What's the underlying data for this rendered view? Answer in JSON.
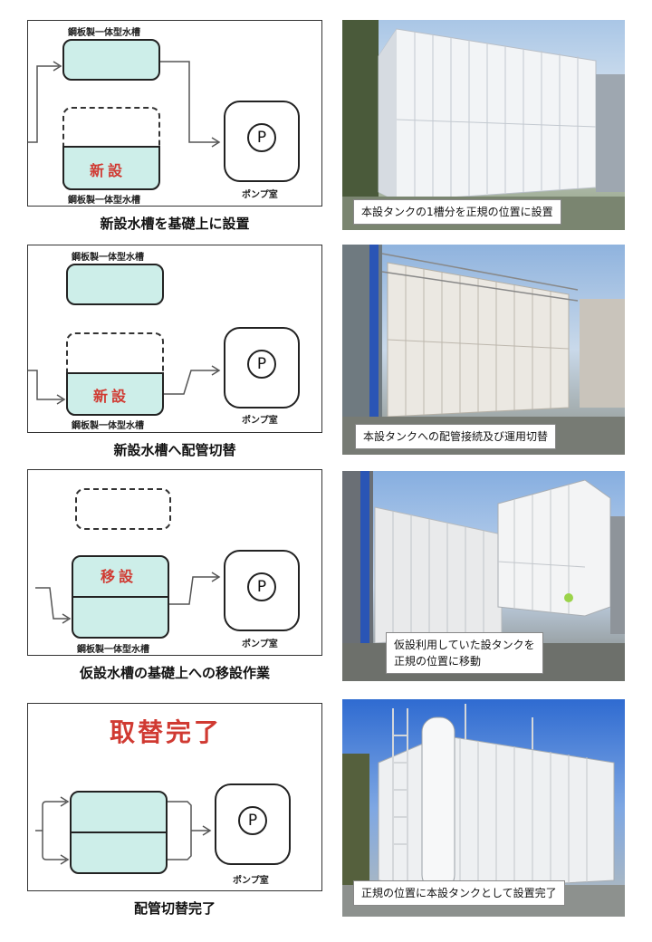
{
  "steps": [
    {
      "top_tank_label": "鋼板製一体型水槽",
      "new_tank_text": "新設",
      "bottom_tank_label": "鋼板製一体型水槽",
      "pump_symbol": "P",
      "pump_label": "ポンプ室",
      "caption": "新設水槽を基礎上に設置",
      "photo_caption": "本設タンクの1槽分を正規の位置に設置"
    },
    {
      "top_tank_label": "鋼板製一体型水槽",
      "new_tank_text": "新設",
      "bottom_tank_label": "鋼板製一体型水槽",
      "pump_symbol": "P",
      "pump_label": "ポンプ室",
      "caption": "新設水槽へ配管切替",
      "photo_caption": "本設タンクへの配管接続及び運用切替"
    },
    {
      "tank_text": "移設",
      "bottom_tank_label": "鋼板製一体型水槽",
      "pump_symbol": "P",
      "pump_label": "ポンプ室",
      "caption": "仮設水槽の基礎上への移設作業",
      "photo_caption_line1": "仮設利用していた設タンクを",
      "photo_caption_line2": "正規の位置に移動"
    },
    {
      "title": "取替完了",
      "pump_symbol": "P",
      "pump_label": "ポンプ室",
      "caption": "配管切替完了",
      "photo_caption": "正規の位置に本設タンクとして設置完了"
    }
  ],
  "colors": {
    "tank_fill": "#cdeee9",
    "accent_red": "#d03a32",
    "outline": "#222222"
  }
}
